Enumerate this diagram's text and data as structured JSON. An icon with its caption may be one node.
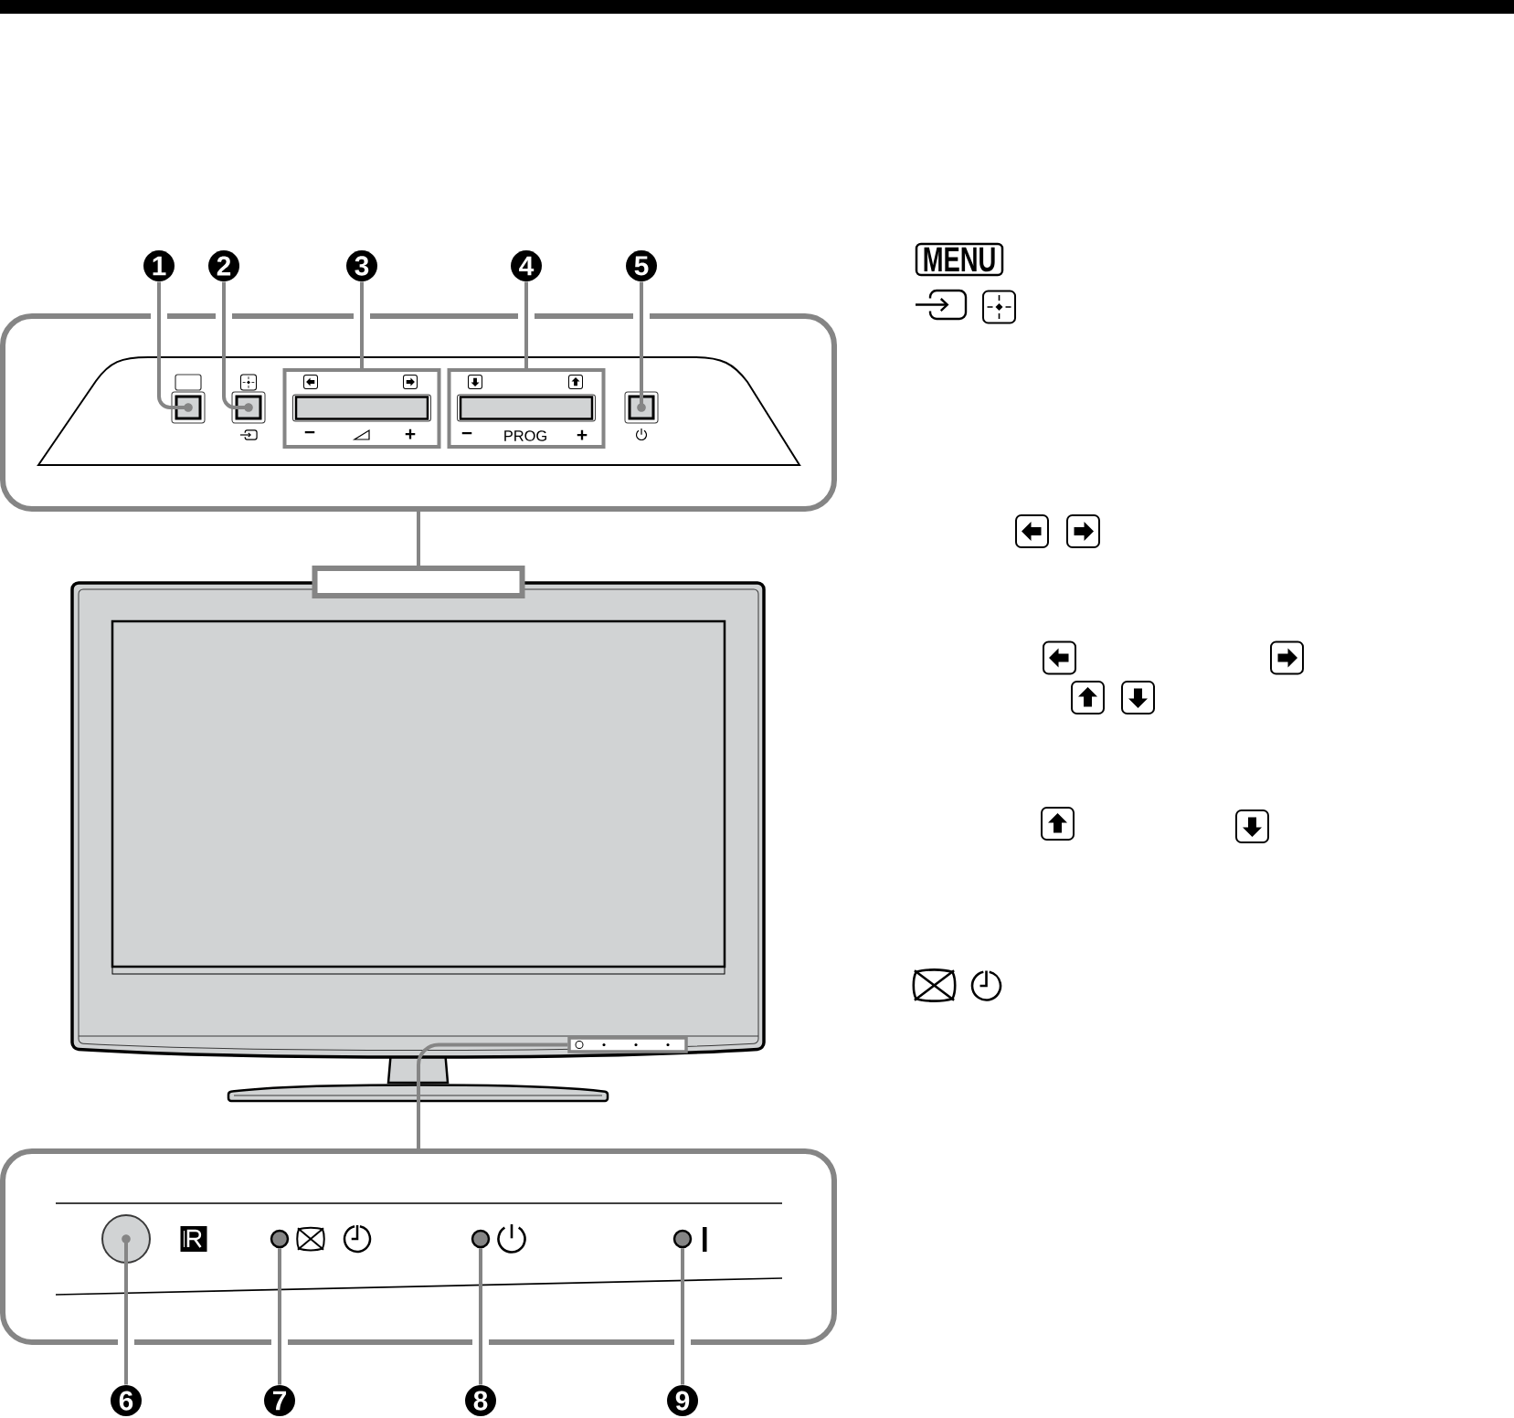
{
  "diagram": {
    "nodes": [
      {
        "text": [
          "1"
        ]
      },
      {
        "text": [
          "2"
        ]
      },
      {
        "text": [
          "3"
        ]
      },
      {
        "text": [
          "4"
        ]
      },
      {
        "text": [
          "5"
        ]
      },
      {
        "text": [],
        "shape": "box"
      },
      {
        "text": [],
        "shape": "box",
        "in": 5
      },
      {
        "text": [],
        "shape": "box",
        "in": 5
      },
      {
        "text": [
          "−",
          "+"
        ],
        "in": 5
      },
      {
        "text": [
          "−",
          "PROG",
          "+"
        ],
        "in": 5
      },
      {
        "text": [],
        "shape": "box",
        "in": 5
      },
      {
        "text": [],
        "shape": "box"
      },
      {
        "text": [],
        "shape": "box"
      },
      {
        "text": [],
        "shape": "box"
      },
      {
        "text": [],
        "shape": "circle",
        "in": 13
      },
      {
        "text": [],
        "shape": "circle",
        "in": 13
      },
      {
        "text": [],
        "shape": "circle",
        "in": 13
      },
      {
        "text": [],
        "shape": "circle",
        "in": 13
      },
      {
        "text": [
          "6"
        ]
      },
      {
        "text": [
          "7"
        ]
      },
      {
        "text": [
          "8"
        ]
      },
      {
        "text": [
          "9"
        ]
      },
      {
        "text": [
          "MENU"
        ]
      }
    ],
    "edges": [
      {
        "from": 0,
        "to": 6,
        "arrow": "none"
      },
      {
        "from": 1,
        "to": 7,
        "arrow": "none"
      },
      {
        "from": 2,
        "to": 8,
        "arrow": "none"
      },
      {
        "from": 3,
        "to": 9,
        "arrow": "none"
      },
      {
        "from": 4,
        "to": 10,
        "arrow": "none"
      },
      {
        "from": 11,
        "to": 5,
        "arrow": "none"
      },
      {
        "from": 12,
        "to": 13,
        "arrow": "none"
      },
      {
        "from": 18,
        "to": 14,
        "arrow": "none"
      },
      {
        "from": 19,
        "to": 15,
        "arrow": "none"
      },
      {
        "from": 20,
        "to": 16,
        "arrow": "none"
      },
      {
        "from": 21,
        "to": 17,
        "arrow": "none"
      }
    ]
  }
}
